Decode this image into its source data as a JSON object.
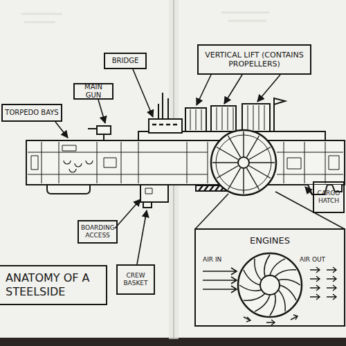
{
  "diagram": {
    "title": "ANATOMY OF A STEELSIDE",
    "nodes": [
      {
        "text": [
          "VERTICAL LIFT (CONTAINS PROPELLERS)"
        ]
      },
      {
        "text": [
          "BRIDGE"
        ]
      },
      {
        "text": [
          "MAIN GUN"
        ]
      },
      {
        "text": [
          "TORPEDO BAYS"
        ]
      },
      {
        "text": [
          "CARGO HATCH"
        ]
      },
      {
        "text": [
          "BOARDING ACCESS"
        ]
      },
      {
        "text": [
          "ENGINES",
          "AIR IN",
          "AIR OUT"
        ]
      },
      {
        "text": [
          "CREW BASKET"
        ]
      }
    ]
  }
}
